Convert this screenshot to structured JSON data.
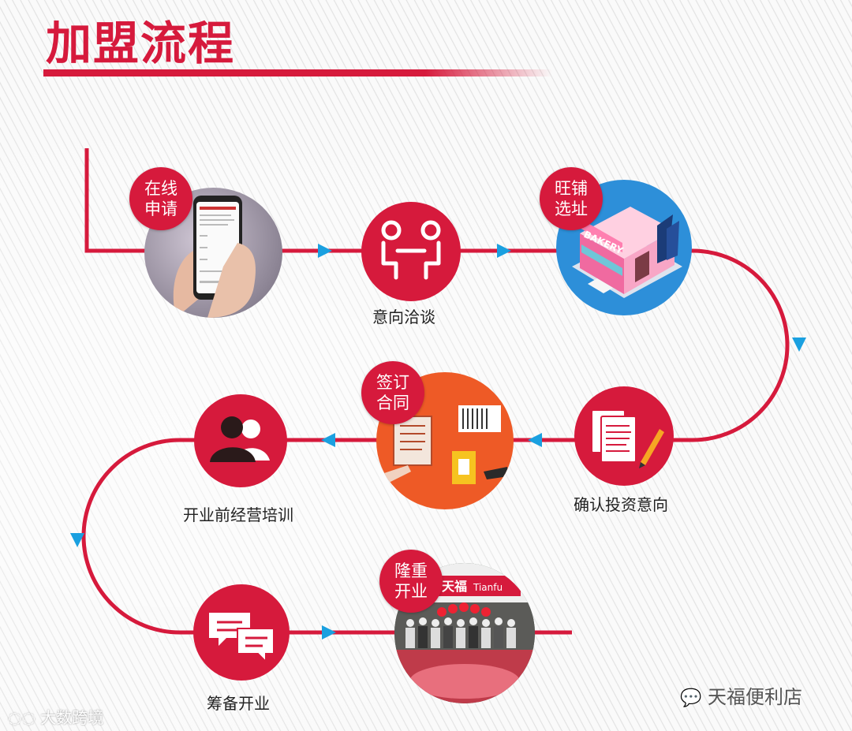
{
  "title": "加盟流程",
  "steps": {
    "online_apply": {
      "tag": [
        "在线",
        "申请"
      ]
    },
    "negotiation": {
      "label": "意向洽谈"
    },
    "site_selection": {
      "tag": [
        "旺铺",
        "选址"
      ],
      "sign_text": "BAKERY"
    },
    "confirm_intent": {
      "label": "确认投资意向"
    },
    "sign_contract": {
      "tag": [
        "签订",
        "合同"
      ]
    },
    "training": {
      "label": "开业前经营培训"
    },
    "prepare": {
      "label": "筹备开业"
    },
    "grand_opening": {
      "tag": [
        "隆重",
        "开业"
      ],
      "banner_cn": "天福",
      "banner_en": "Tianfu"
    }
  },
  "watermarks": {
    "left": "大数跨境",
    "right": "天福便利店"
  },
  "colors": {
    "brand_red": "#d61a3c",
    "arrow_blue": "#1aa0e0",
    "orange": "#ee5a26",
    "sky": "#2d8fd9"
  }
}
